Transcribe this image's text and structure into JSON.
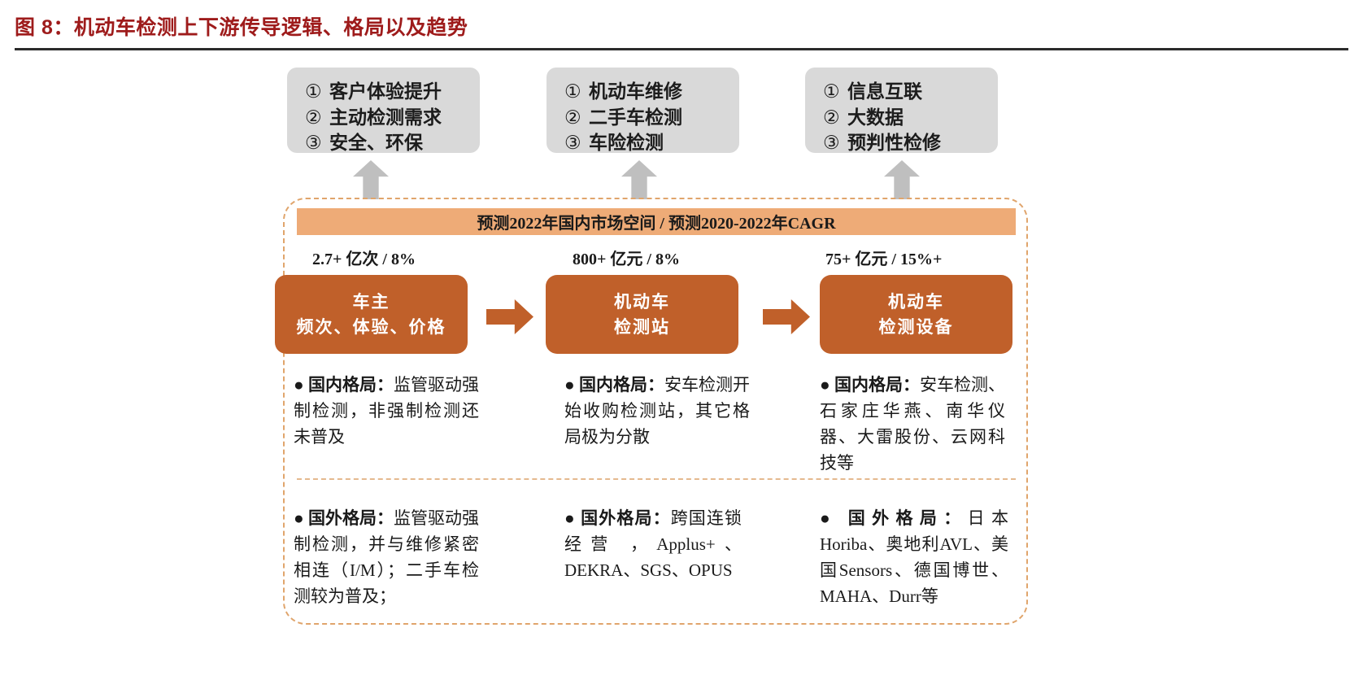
{
  "title": {
    "text": "图 8：机动车检测上下游传导逻辑、格局以及趋势",
    "color": "#9e1b1b"
  },
  "colors": {
    "title_red": "#9e1b1b",
    "banner_orange": "#eeab77",
    "process_orange": "#c0602a",
    "outcome_gray": "#d9d9d9",
    "arrow_gray": "#bfbfbf",
    "dashed_border": "#e0a56c"
  },
  "outcome_boxes": [
    {
      "name": "customer-trends",
      "lines": [
        {
          "num": "①",
          "text": "客户体验提升"
        },
        {
          "num": "②",
          "text": "主动检测需求"
        },
        {
          "num": "③",
          "text": "安全、环保"
        }
      ]
    },
    {
      "name": "station-trends",
      "lines": [
        {
          "num": "①",
          "text": "机动车维修"
        },
        {
          "num": "②",
          "text": "二手车检测"
        },
        {
          "num": "③",
          "text": "车险检测"
        }
      ]
    },
    {
      "name": "equipment-trends",
      "lines": [
        {
          "num": "①",
          "text": "信息互联"
        },
        {
          "num": "②",
          "text": "大数据"
        },
        {
          "num": "③",
          "text": "预判性检修"
        }
      ]
    }
  ],
  "banner": {
    "text": "预测2022年国内市场空间 / 预测2020-2022年CAGR"
  },
  "metrics": [
    {
      "value": "2.7+ 亿次 /  8%"
    },
    {
      "value": "800+ 亿元 /  8%"
    },
    {
      "value": "75+ 亿元 / 15%+"
    }
  ],
  "process_boxes": [
    {
      "line1": "车主",
      "line2": "频次、体验、价格"
    },
    {
      "line1": "机动车",
      "line2": "检测站"
    },
    {
      "line1": "机动车",
      "line2": "检测设备"
    }
  ],
  "arrows": {
    "right_arrow_glyph": "→",
    "up_arrow_glyph": "↑"
  },
  "domestic_landscape": [
    {
      "lead": "● 国内格局：",
      "body": "监管驱动强制检测，非强制检测还未普及"
    },
    {
      "lead": "● 国内格局：",
      "body": "安车检测开始收购检测站，其它格局极为分散"
    },
    {
      "lead": "● 国内格局：",
      "body": "安车检测、石家庄华燕、南华仪器、大雷股份、云网科技等"
    }
  ],
  "overseas_landscape": [
    {
      "lead": "● 国外格局：",
      "body": "监管驱动强制检测，并与维修紧密相连（I/M）；二手车检测较为普及；"
    },
    {
      "lead": "● 国外格局：",
      "body": "跨国连锁经营 ，Applus+、DEKRA、SGS、OPUS"
    },
    {
      "lead": "● 国外格局：",
      "body": "日本Horiba、奥地利AVL、美国Sensors、德国博世、MAHA、Durr等"
    }
  ]
}
